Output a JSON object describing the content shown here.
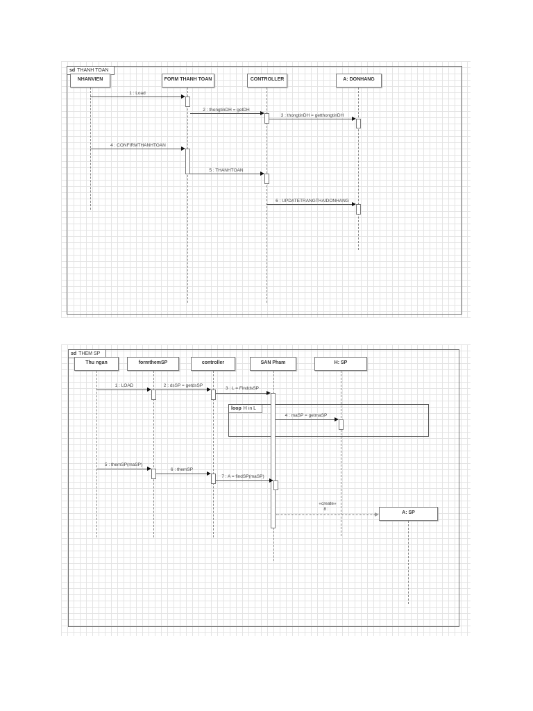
{
  "diagrams": [
    {
      "frame_keyword": "sd",
      "frame_title": "THANH TOAN",
      "lifelines": [
        "NHANVIEN",
        "FORM THANH TOAN",
        "CONTROLLER",
        "A: DONHANG"
      ],
      "messages": [
        {
          "label": "1 : Load",
          "from": "NHANVIEN",
          "to": "FORM THANH TOAN"
        },
        {
          "label": "2 : thongtinDH = getDH",
          "from": "FORM THANH TOAN",
          "to": "CONTROLLER"
        },
        {
          "label": "3 : thongtinDH = getthongtinDH",
          "from": "CONTROLLER",
          "to": "A: DONHANG"
        },
        {
          "label": "4 : CONFIRMTHANHTOAN",
          "from": "NHANVIEN",
          "to": "FORM THANH TOAN"
        },
        {
          "label": "5 : THANHTOAN",
          "from": "FORM THANH TOAN",
          "to": "CONTROLLER"
        },
        {
          "label": "6 : UPDATETRANGTHAIDONHANG",
          "from": "CONTROLLER",
          "to": "A: DONHANG"
        }
      ]
    },
    {
      "frame_keyword": "sd",
      "frame_title": "THEM SP",
      "lifelines": [
        "Thu ngan",
        "formthemSP",
        "controller",
        "SAN Pham",
        "H: SP",
        "A: SP"
      ],
      "fragment": {
        "keyword": "loop",
        "guard": "H in L"
      },
      "messages": [
        {
          "label": "1 : LOAD",
          "from": "Thu ngan",
          "to": "formthemSP"
        },
        {
          "label": "2 : dsSP = getdsSP",
          "from": "formthemSP",
          "to": "controller"
        },
        {
          "label": "3 : L = FinddsSP",
          "from": "controller",
          "to": "SAN Pham"
        },
        {
          "label": "4 : maSP = getmaSP",
          "from": "SAN Pham",
          "to": "H: SP"
        },
        {
          "label": "5 : themSP(maSP)",
          "from": "Thu ngan",
          "to": "formthemSP"
        },
        {
          "label": "6 : themSP",
          "from": "formthemSP",
          "to": "controller"
        },
        {
          "label": "7 : A = findSP(maSP)",
          "from": "controller",
          "to": "SAN Pham"
        },
        {
          "label": "8 :",
          "stereotype": "«create»",
          "from": "SAN Pham",
          "to": "A: SP"
        }
      ]
    }
  ]
}
